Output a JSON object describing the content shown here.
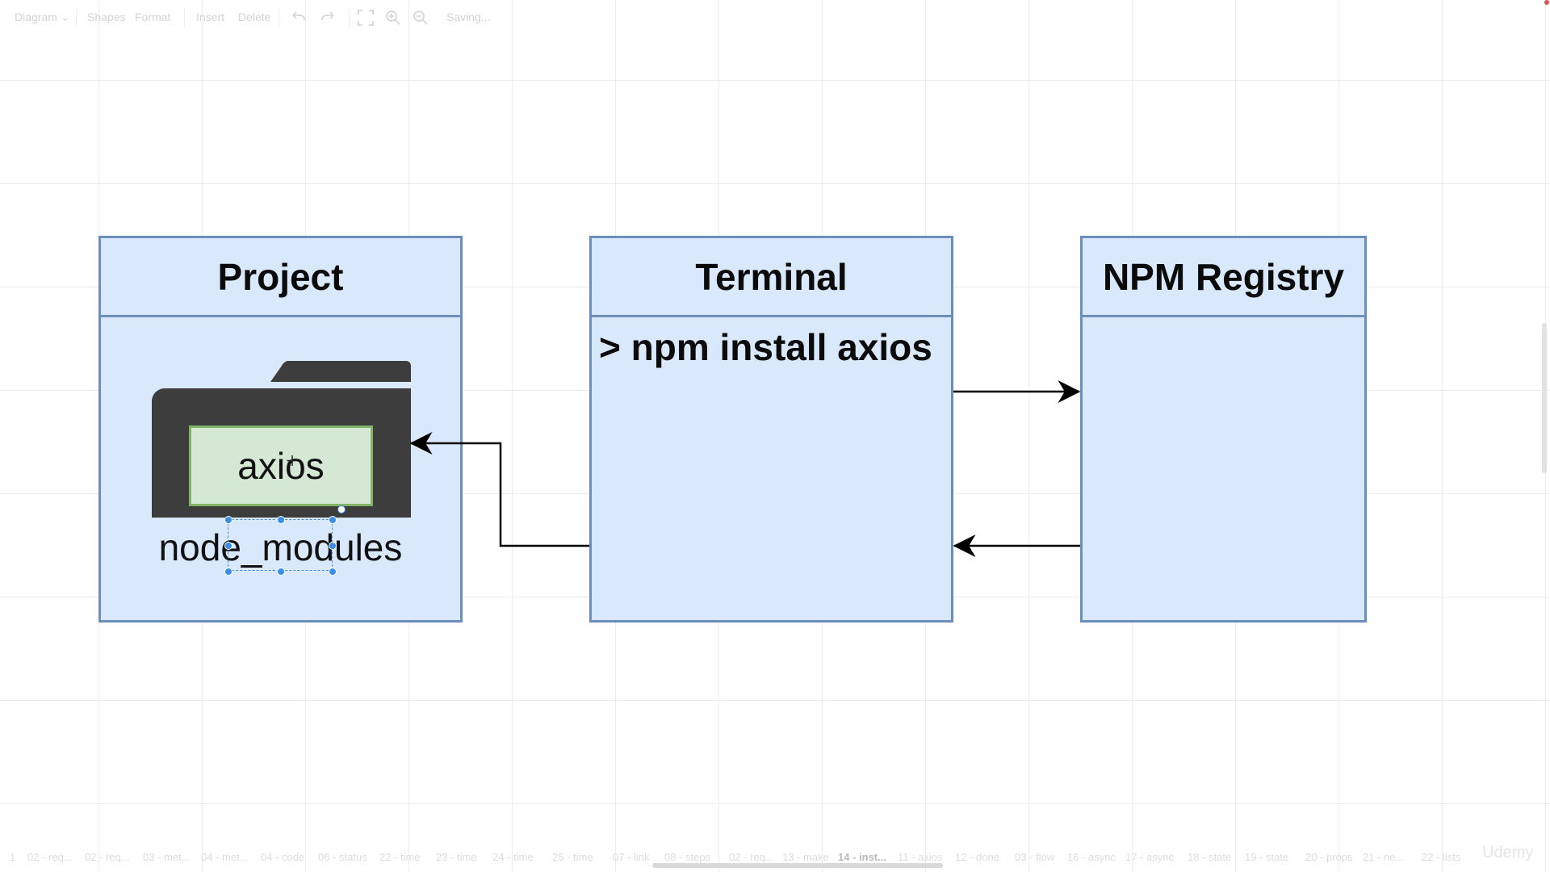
{
  "toolbar": {
    "diagram_menu": "Diagram",
    "shapes": "Shapes",
    "format": "Format",
    "insert": "Insert",
    "delete": "Delete",
    "status": "Saving..."
  },
  "panels": {
    "project": {
      "title": "Project",
      "folder_item": "axios",
      "folder_label": "node_modules"
    },
    "terminal": {
      "title": "Terminal",
      "command": "> npm install axios"
    },
    "registry": {
      "title": "NPM Registry"
    }
  },
  "colors": {
    "panel_fill": "#dae8fc",
    "panel_stroke": "#6c8ebf",
    "item_fill": "#d5e8d4",
    "item_stroke": "#82b366",
    "folder": "#3d3d3d",
    "selection": "#3a8ee6"
  },
  "bottom_tabs": [
    "1",
    "02 - req...",
    "02 - req...",
    "03 - met...",
    "04 - met...",
    "04 - code",
    "06 - status",
    "22 - time",
    "23 - time",
    "24 - time",
    "25 - time",
    "07 - link",
    "08 - steps",
    "02 - req...",
    "13 - make",
    "14 - inst...",
    "11 - axios",
    "12 - done",
    "03 - flow",
    "16 - async",
    "17 - async",
    "18 - state",
    "19 - state",
    "20 - props",
    "21 - ne...",
    "22 - lists"
  ],
  "active_tab": "14 - inst...",
  "watermark": "Udemy"
}
